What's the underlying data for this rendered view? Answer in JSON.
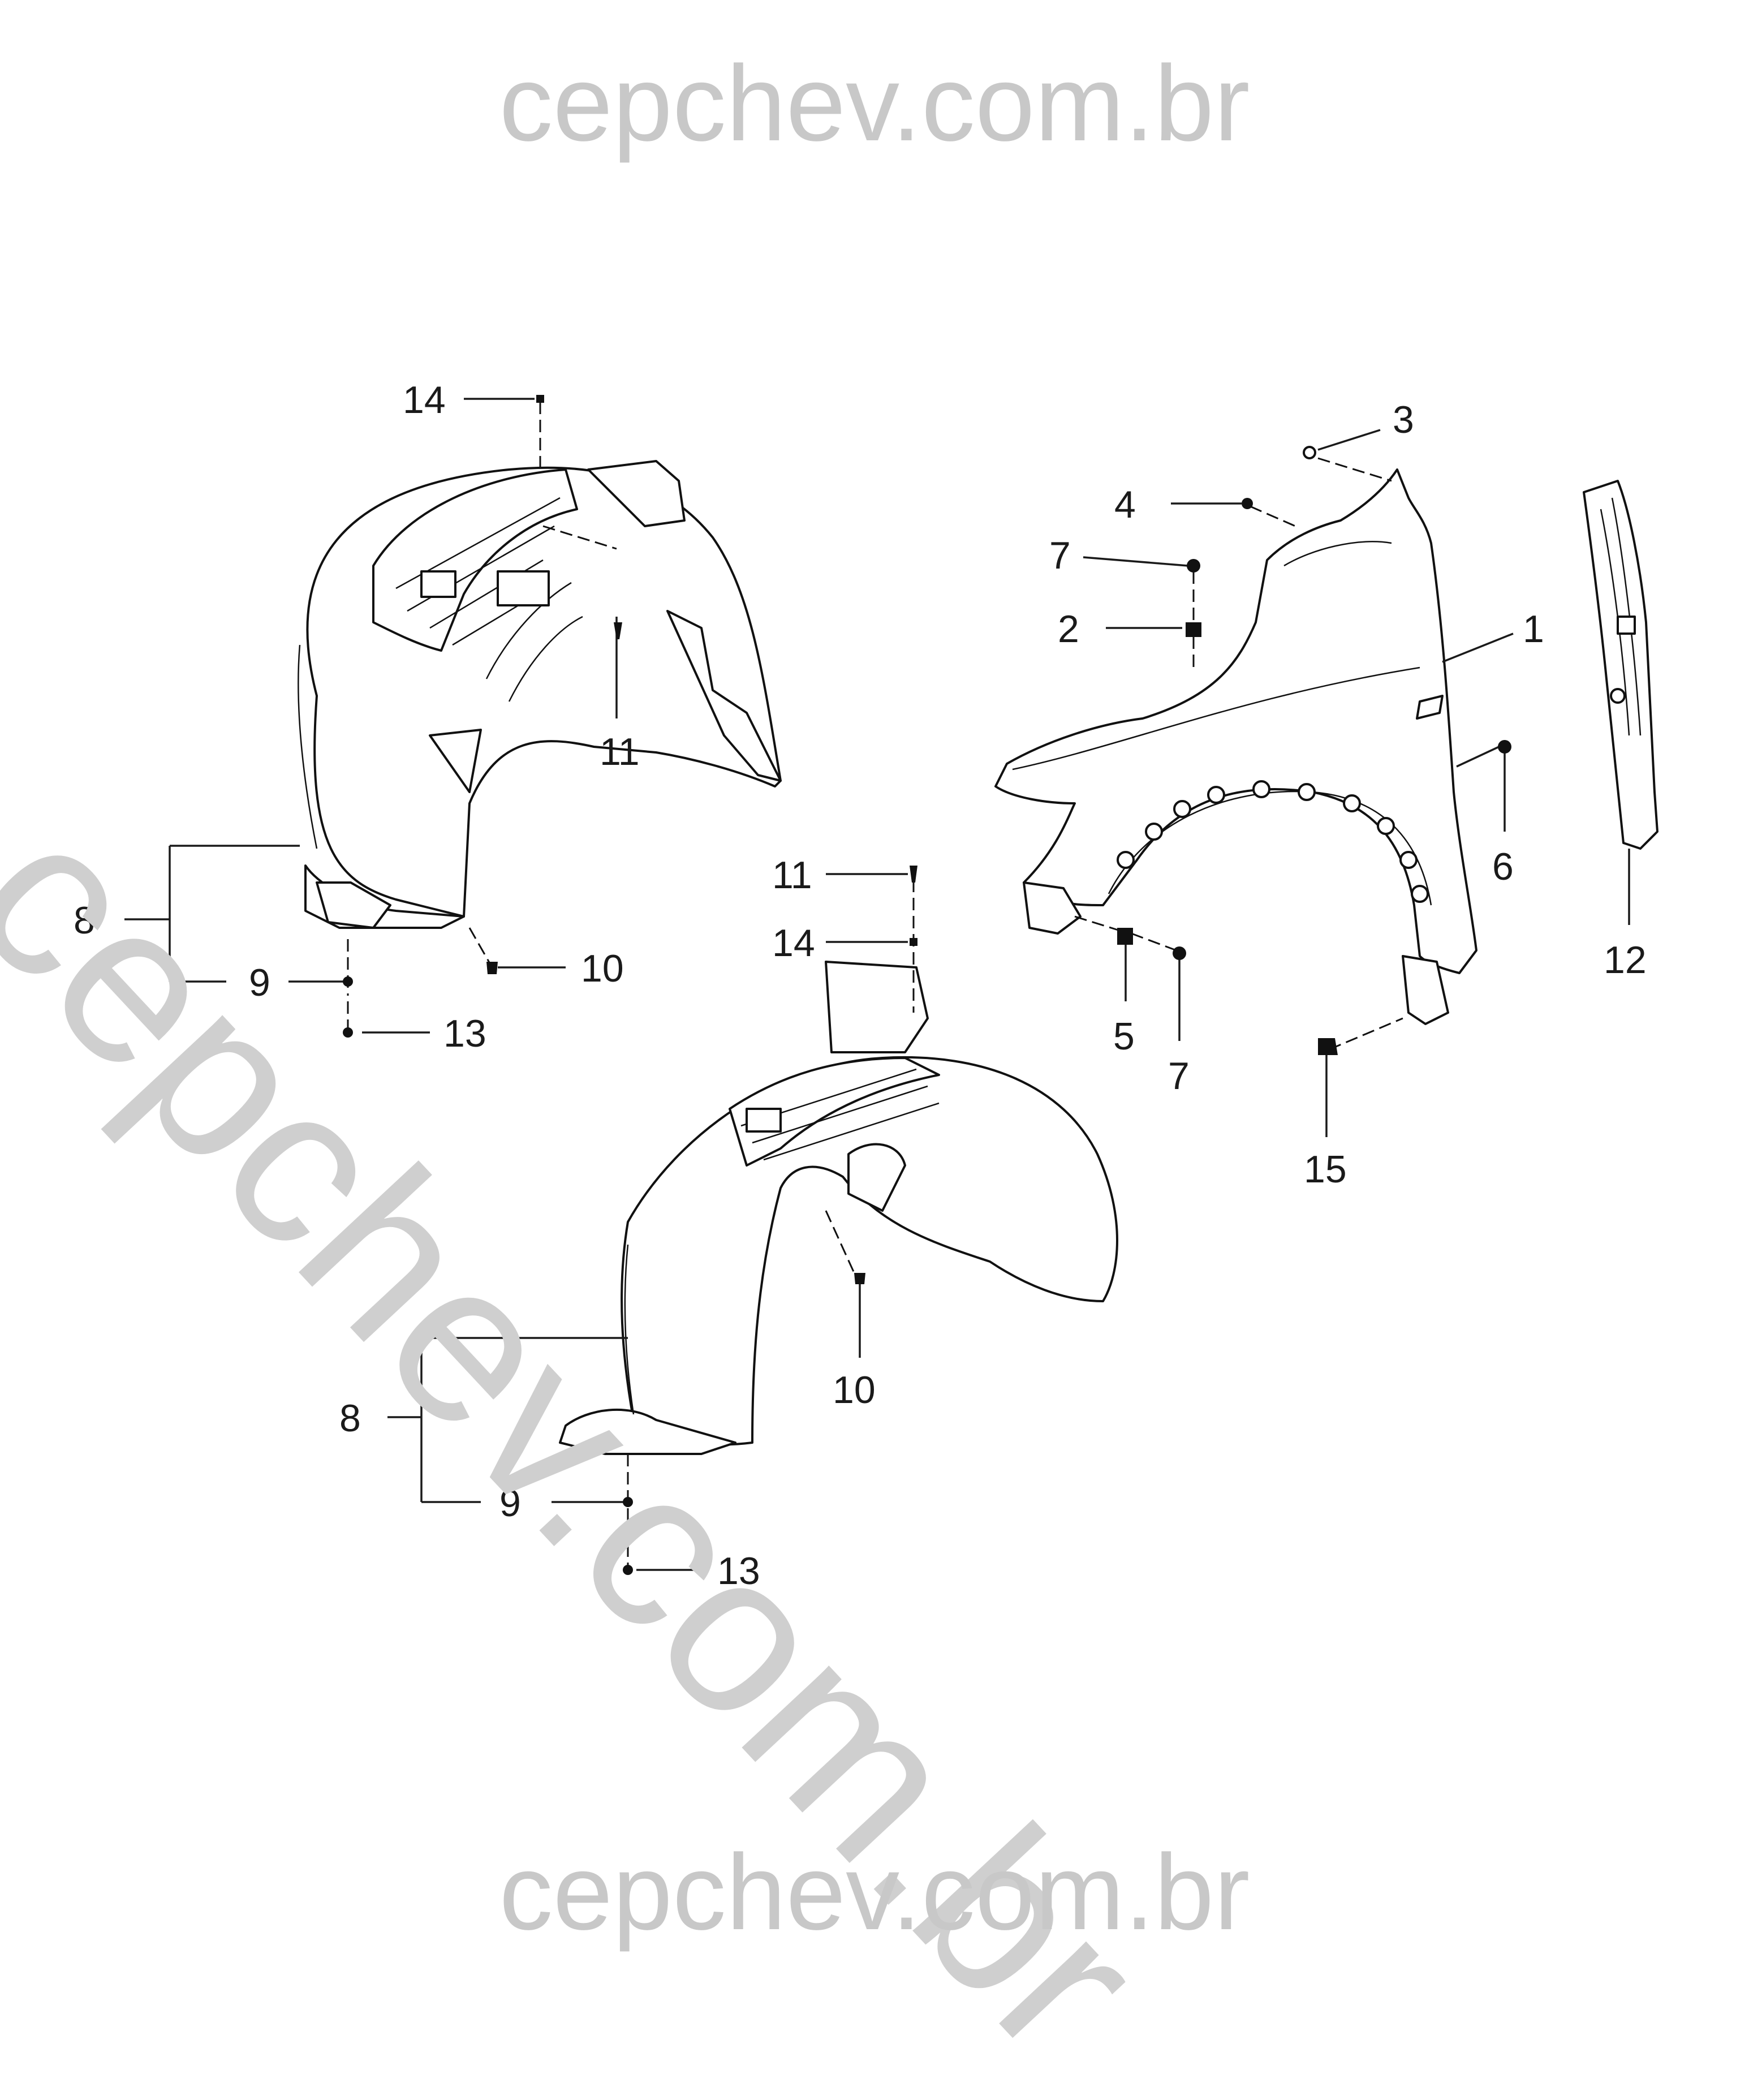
{
  "watermark": {
    "top": "cepchev.com.br",
    "diagonal": "cepchev.com.br",
    "bottom": "cepchev.com.br"
  },
  "callouts": {
    "c1": "1",
    "c2": "2",
    "c3": "3",
    "c4": "4",
    "c5": "5",
    "c6": "6",
    "c7a": "7",
    "c7b": "7",
    "c8a": "8",
    "c8b": "8",
    "c9a": "9",
    "c9b": "9",
    "c10a": "10",
    "c10b": "10",
    "c11a": "11",
    "c11b": "11",
    "c12": "12",
    "c13a": "13",
    "c13b": "13",
    "c14a": "14",
    "c14b": "14",
    "c15": "15"
  }
}
